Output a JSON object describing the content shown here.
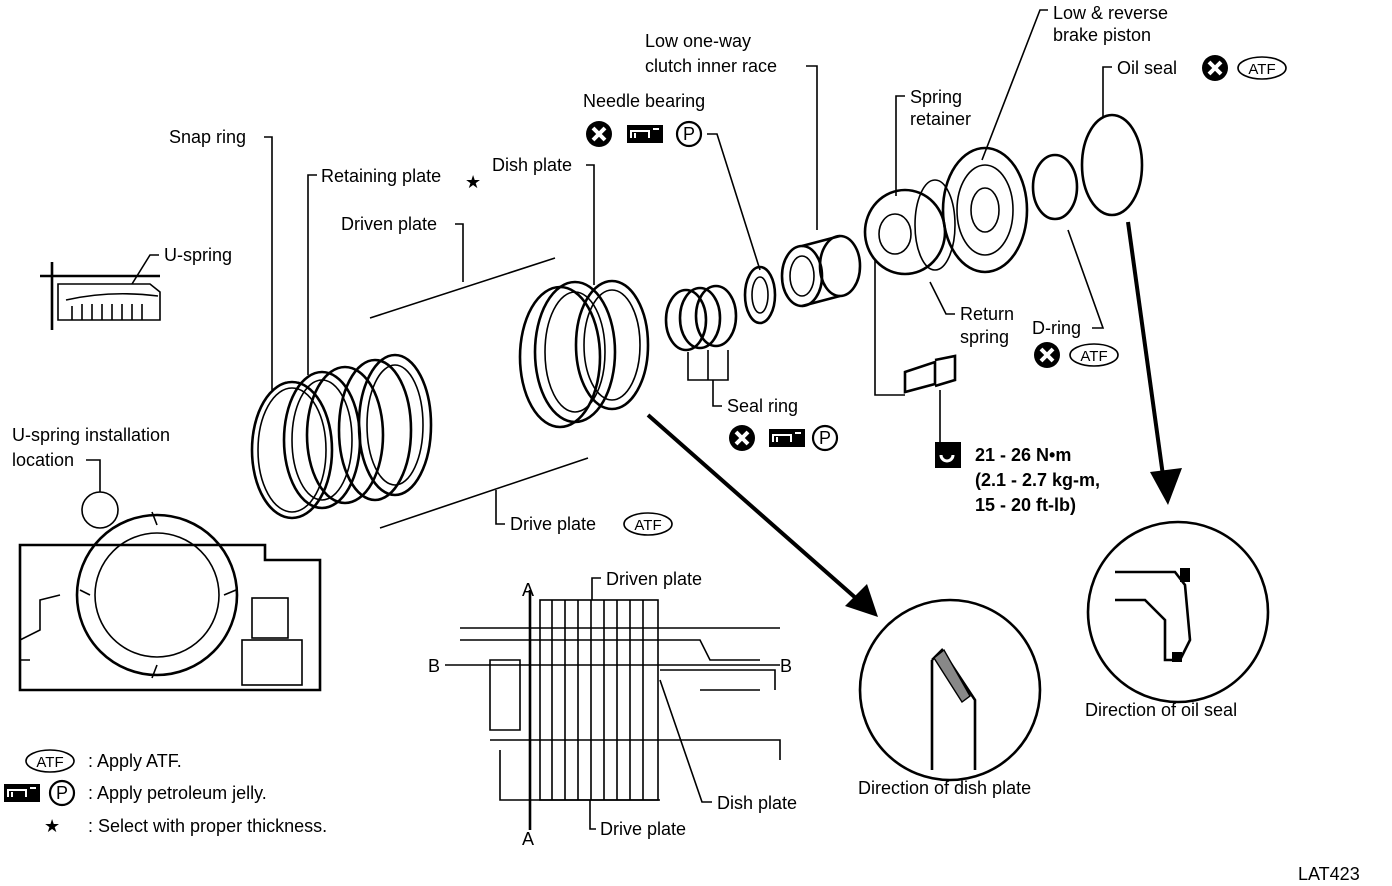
{
  "labels": {
    "low_reverse_piston_1": "Low & reverse",
    "low_reverse_piston_2": "brake piston",
    "oil_seal": "Oil seal",
    "low_oneway_1": "Low one-way",
    "low_oneway_2": "clutch inner race",
    "needle_bearing": "Needle bearing",
    "spring_retainer_1": "Spring",
    "spring_retainer_2": "retainer",
    "snap_ring": "Snap ring",
    "retaining_plate": "Retaining plate",
    "dish_plate": "Dish plate",
    "driven_plate": "Driven plate",
    "u_spring": "U-spring",
    "return_spring_1": "Return",
    "return_spring_2": "spring",
    "d_ring": "D-ring",
    "seal_ring": "Seal ring",
    "u_spring_loc_1": "U-spring installation",
    "u_spring_loc_2": "location",
    "drive_plate": "Drive plate",
    "torque_1": "21 - 26 N•m",
    "torque_2": "(2.1 - 2.7 kg-m,",
    "torque_3": "15 - 20 ft-lb)",
    "dir_oil_seal": "Direction of oil seal",
    "dir_dish_plate": "Direction of dish plate",
    "section_driven_plate": "Driven plate",
    "section_dish_plate": "Dish plate",
    "section_drive_plate": "Drive plate",
    "sec_a": "A",
    "sec_b": "B",
    "figure_id": "LAT423"
  },
  "symbols": {
    "atf": "ATF",
    "petroleum": "P",
    "star": "★"
  },
  "legend": [
    {
      "symbol": "ATF",
      "text": ": Apply ATF."
    },
    {
      "symbol": "P",
      "text": ": Apply petroleum jelly."
    },
    {
      "symbol": "★",
      "text": ": Select with proper thickness."
    }
  ]
}
